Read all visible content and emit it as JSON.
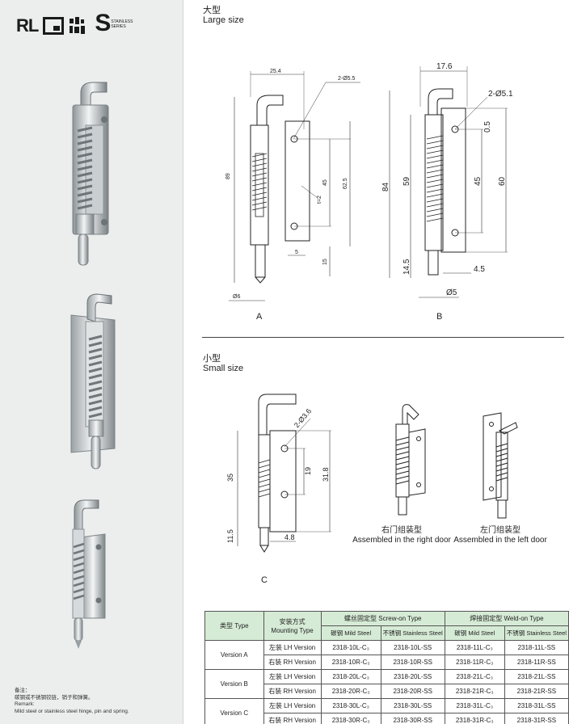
{
  "certifications": {
    "rl": "RL",
    "stainless_s": "S",
    "stainless_text": "STAINLESS SERIES"
  },
  "notes": {
    "zh_title": "备注：",
    "zh_body": "碳钢或不锈钢铰链，销子和弹簧。",
    "en_title": "Remark:",
    "en_body": "Mild steel or stainless steel hinge, pin and spring."
  },
  "large": {
    "title_zh": "大型",
    "title_en": "Large size",
    "drawing_a": {
      "label": "A",
      "dims": [
        "25.4",
        "2-Ø5.5",
        "89",
        "45",
        "62.5",
        "t=2",
        "5",
        "15",
        "Ø6"
      ]
    },
    "drawing_b": {
      "label": "B",
      "dims": [
        "17.6",
        "2-Ø5.1",
        "0.5",
        "84",
        "59",
        "45",
        "60",
        "14.5",
        "4.5",
        "Ø5"
      ]
    }
  },
  "small": {
    "title_zh": "小型",
    "title_en": "Small size",
    "drawing_c": {
      "label": "C",
      "dims": [
        "2-Ø3.6",
        "35",
        "19",
        "31.8",
        "11.5",
        "4.8"
      ]
    },
    "right_door": {
      "zh": "右门组装型",
      "en": "Assembled in the right door"
    },
    "left_door": {
      "zh": "左门组装型",
      "en": "Assembled in the left door"
    }
  },
  "table": {
    "header": {
      "type_zh": "类型",
      "type_en": "Type",
      "mount_zh": "安装方式",
      "mount_en": "Mounting Type",
      "screw_zh": "螺丝固定型",
      "screw_en": "Screw-on Type",
      "weld_zh": "焊接固定型",
      "weld_en": "Weld-on Type",
      "mild_zh": "碳钢",
      "mild_en": "Mild Steel",
      "ss_zh": "不锈钢",
      "ss_en": "Stainless Steel"
    },
    "groups": [
      {
        "name": "Version A",
        "rows": [
          {
            "mount": "左装 LH Version",
            "screw_mild": "2318-10L-C₃",
            "screw_ss": "2318-10L-SS",
            "weld_mild": "2318-11L-C₃",
            "weld_ss": "2318-11L-SS"
          },
          {
            "mount": "右装 RH Version",
            "screw_mild": "2318-10R-C₃",
            "screw_ss": "2318-10R-SS",
            "weld_mild": "2318-11R-C₃",
            "weld_ss": "2318-11R-SS"
          }
        ]
      },
      {
        "name": "Version B",
        "rows": [
          {
            "mount": "左装 LH Version",
            "screw_mild": "2318-20L-C₃",
            "screw_ss": "2318-20L-SS",
            "weld_mild": "2318-21L-C₃",
            "weld_ss": "2318-21L-SS"
          },
          {
            "mount": "右装 RH Version",
            "screw_mild": "2318-20R-C₃",
            "screw_ss": "2318-20R-SS",
            "weld_mild": "2318-21R-C₃",
            "weld_ss": "2318-21R-SS"
          }
        ]
      },
      {
        "name": "Version C",
        "rows": [
          {
            "mount": "左装 LH Version",
            "screw_mild": "2318-30L-C₃",
            "screw_ss": "2318-30L-SS",
            "weld_mild": "2318-31L-C₃",
            "weld_ss": "2318-31L-SS"
          },
          {
            "mount": "右装 RH Version",
            "screw_mild": "2318-30R-C₃",
            "screw_ss": "2318-30R-SS",
            "weld_mild": "2318-31R-C₃",
            "weld_ss": "2318-31R-SS"
          }
        ]
      }
    ]
  }
}
